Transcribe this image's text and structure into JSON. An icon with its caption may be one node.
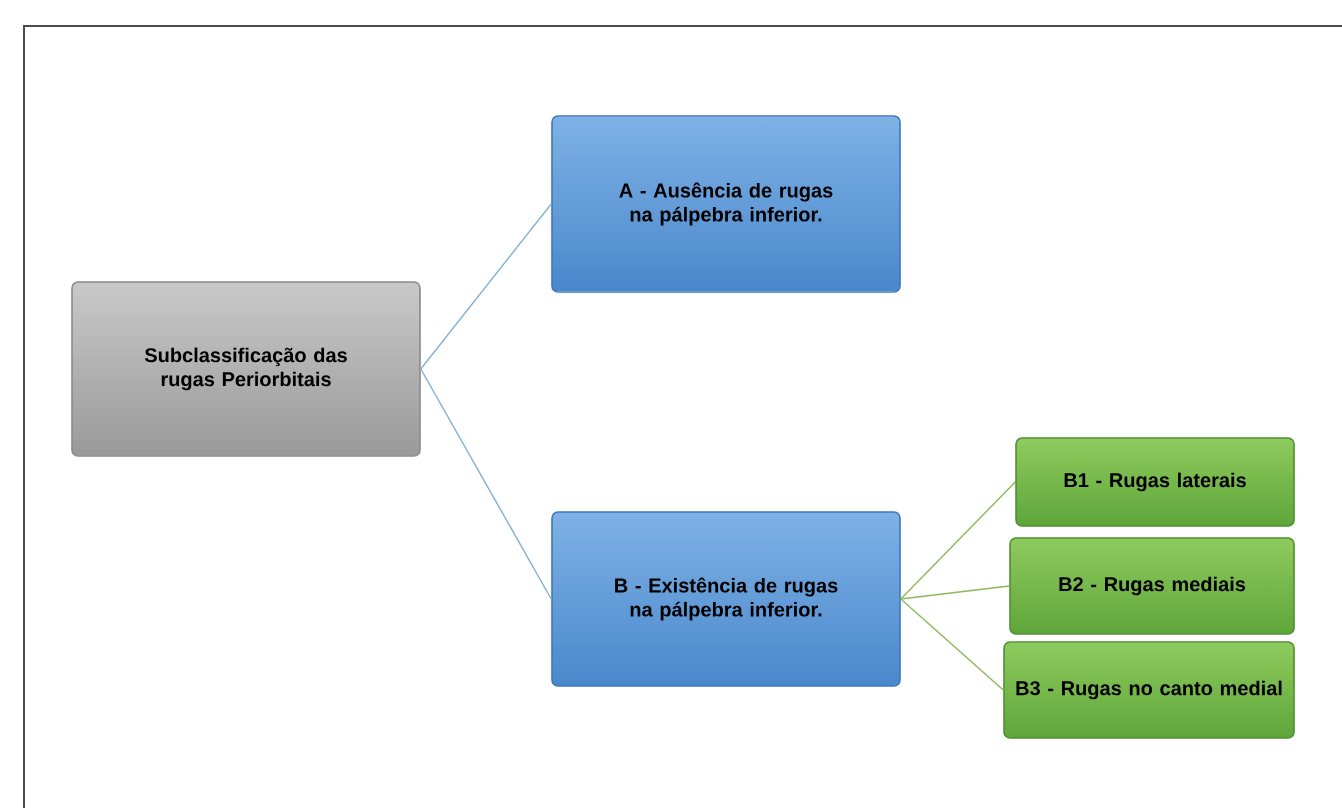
{
  "diagram": {
    "nodes": [
      {
        "text": [
          "Subclassificação das rugas Periorbitais"
        ]
      },
      {
        "text": [
          "A - Ausência de rugas na pálpebra inferior."
        ]
      },
      {
        "text": [
          "B - Existência de rugas na pálpebra inferior."
        ]
      },
      {
        "text": [
          "B1 - Rugas laterais"
        ]
      },
      {
        "text": [
          "B2 - Rugas mediais"
        ]
      },
      {
        "text": [
          "B3 - Rugas no canto medial"
        ]
      }
    ],
    "edges": [
      {
        "from": 0,
        "to": 1,
        "arrow": "none",
        "color": "#7fb0d8"
      },
      {
        "from": 0,
        "to": 2,
        "arrow": "none",
        "color": "#7fb0d8"
      },
      {
        "from": 2,
        "to": 3,
        "arrow": "none",
        "color": "#8db85a"
      },
      {
        "from": 2,
        "to": 4,
        "arrow": "none",
        "color": "#8db85a"
      },
      {
        "from": 2,
        "to": 5,
        "arrow": "none",
        "color": "#8db85a"
      }
    ]
  }
}
